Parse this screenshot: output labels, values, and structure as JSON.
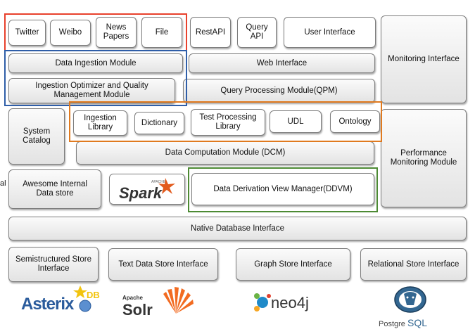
{
  "sources": {
    "twitter": "Twitter",
    "weibo": "Weibo",
    "news_papers": "News\nPapers",
    "file": "File"
  },
  "top": {
    "rest_api": "RestAPI",
    "query_api": "Query\nAPI",
    "user_interface": "User Interface",
    "monitoring_interface": "Monitoring Interface"
  },
  "modules": {
    "data_ingestion": "Data Ingestion Module",
    "web_interface": "Web Interface",
    "ingestion_optimizer": "Ingestion Optimizer and Quality\nManagement Module",
    "query_processing": "Query Processing Module(QPM)",
    "system_catalog": "System\nCatalog",
    "ingestion_library": "Ingestion\nLibrary",
    "dictionary": "Dictionary",
    "text_processing_library": "Test Processing\nLibrary",
    "udl": "UDL",
    "ontology": "Ontology",
    "data_computation": "Data Computation Module (DCM)",
    "performance_monitoring": "Performance\nMonitoring Module",
    "awesome_internal": "Awesome Internal\nData store",
    "ddvm": "Data Derivation View Manager(DDVM)",
    "native_db": "Native Database Interface"
  },
  "stores": {
    "semistructured": "Semistructured Store\nInterface",
    "text_data": "Text Data Store Interface",
    "graph": "Graph Store Interface",
    "relational": "Relational Store Interface"
  },
  "logos": {
    "spark_small": "APACHE",
    "spark": "Spark",
    "asterix": "Asterix",
    "asterix_db": "DB",
    "solr_small": "Apache",
    "solr": "Solr",
    "neo4j": "neo4j",
    "postgres": "Postgre",
    "postgres_sql": "SQL"
  },
  "edge_fragment": "al",
  "colors": {
    "red_frame": "#e8412c",
    "blue_frame": "#2f5ea8",
    "orange_frame": "#e07a1f",
    "green_frame": "#4d8a34",
    "spark_orange": "#e25a1c",
    "asterix_blue": "#2a5b9c",
    "solr_orange": "#f26b21",
    "neo4j_blue": "#1f8ac9",
    "postgres_blue": "#336791"
  }
}
